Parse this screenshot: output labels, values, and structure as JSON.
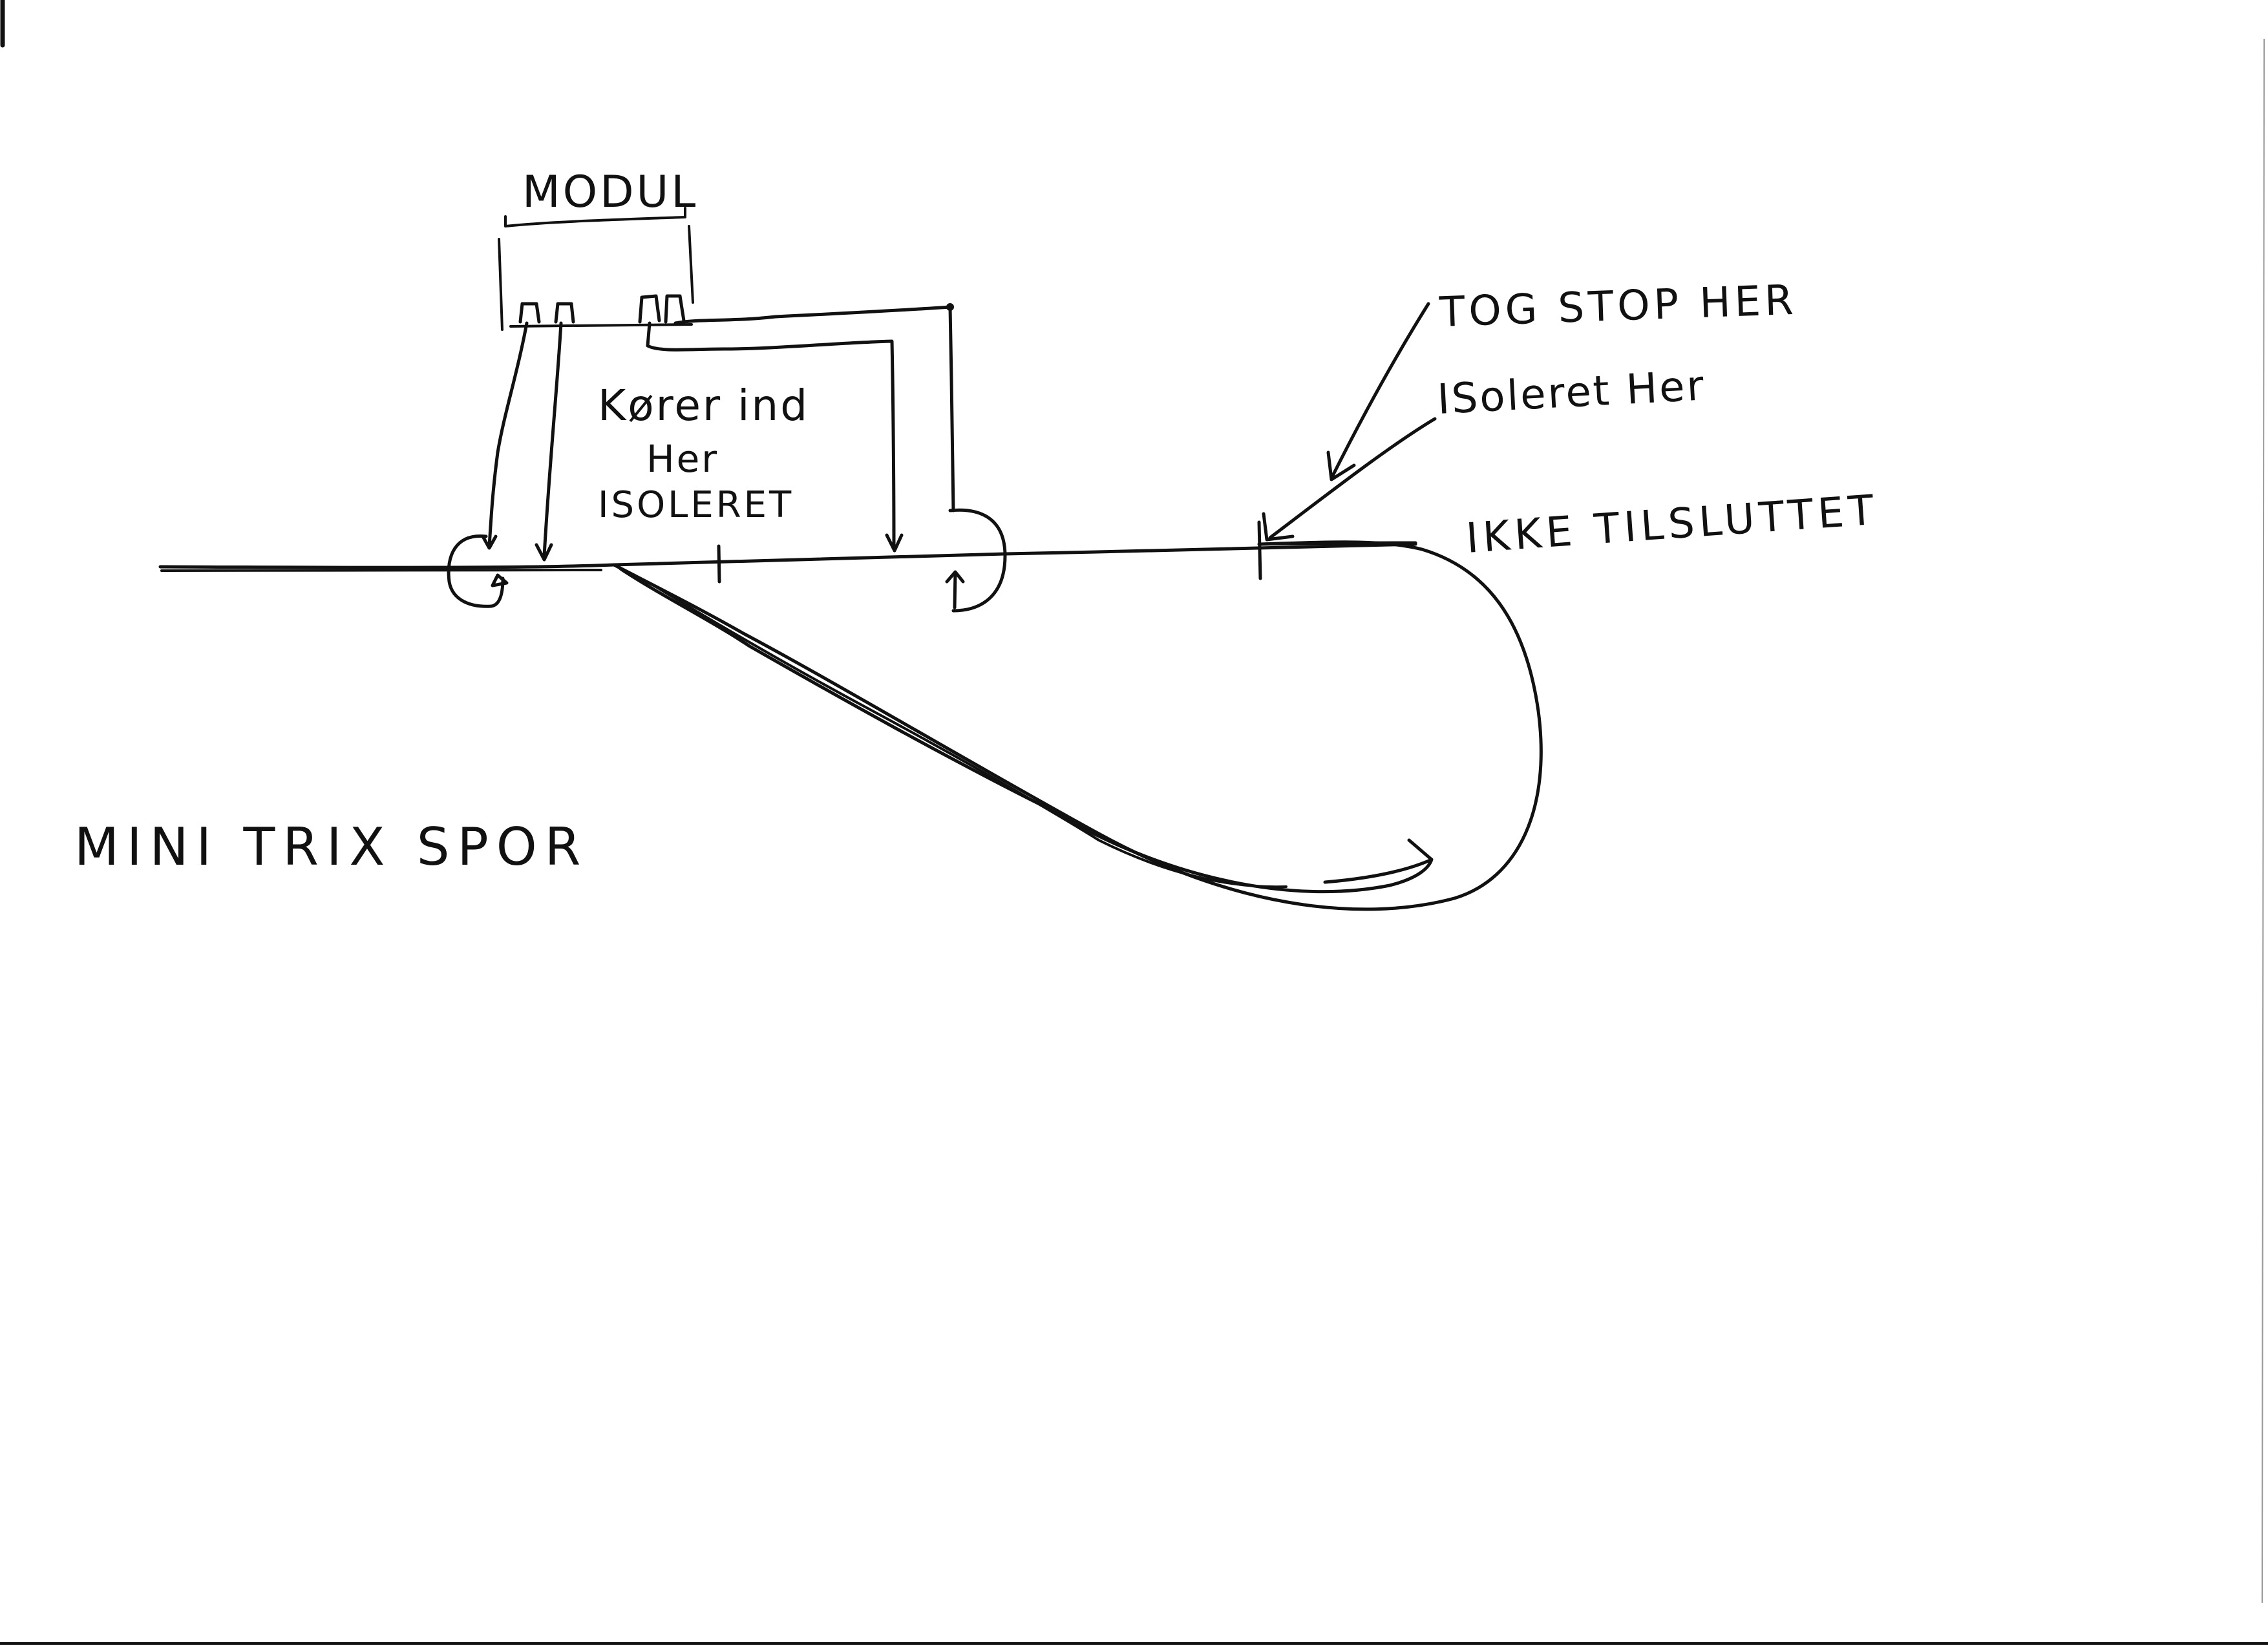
{
  "labels": {
    "modul": "MODUL",
    "korer_line1": "Kører ind",
    "korer_line2": "Her",
    "korer_line3": "ISOLERET",
    "tog_stop": "TOG STOP HER",
    "isoleret_her": "ISoleret Her",
    "ikke_tilsluttet": "IKKE TILSLUTTET",
    "mini_trix": "MINI TRIX SPOR"
  }
}
